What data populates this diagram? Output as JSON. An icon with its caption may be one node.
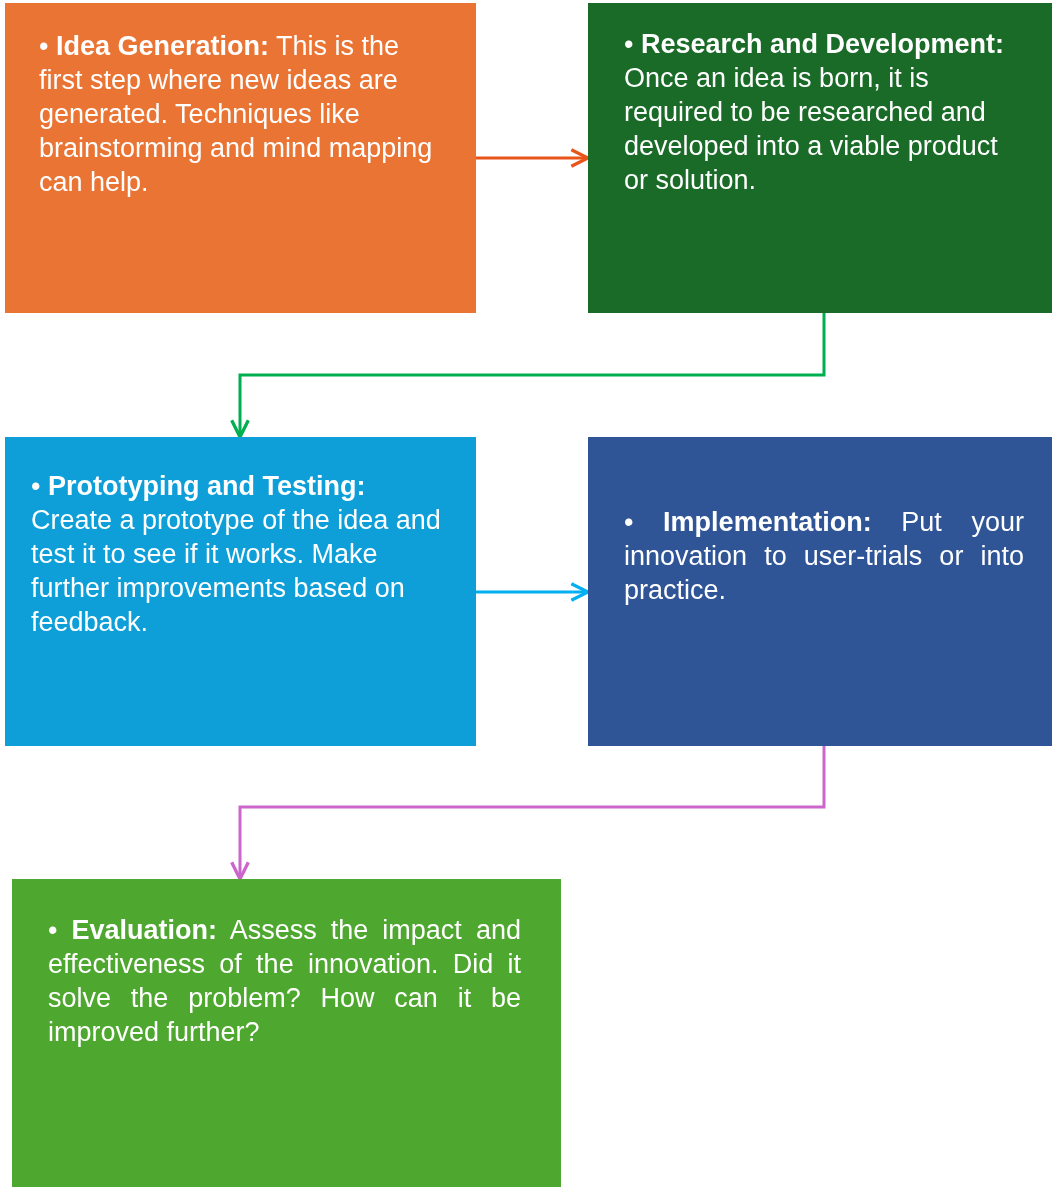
{
  "diagram": {
    "nodes": [
      {
        "text": [
          "• **Idea Generation:** This is the first step where new ideas are generated. Techniques like brainstorming and mind mapping can help."
        ]
      },
      {
        "text": [
          "• **Research and Development:** Once an idea is born, it is required to be researched and developed into a viable product or solution."
        ]
      },
      {
        "text": [
          "• **Prototyping and Testing:** Create a prototype of the idea and test it to see if it works. Make further improvements based on feedback."
        ]
      },
      {
        "text": [
          "• **Implementation:** Put your innovation to user-trials or into practice."
        ]
      },
      {
        "text": [
          "• **Evaluation:** Assess the impact and effectiveness of the innovation. Did it solve the problem? How can it be improved further?"
        ]
      }
    ],
    "edges": [
      {
        "from": 0,
        "to": 1,
        "arrow": "to",
        "color": "#e8541a"
      },
      {
        "from": 1,
        "to": 2,
        "arrow": "to",
        "color": "#00b050"
      },
      {
        "from": 2,
        "to": 3,
        "arrow": "to",
        "color": "#00b0f0"
      },
      {
        "from": 3,
        "to": 4,
        "arrow": "to",
        "color": "#cc66cc"
      }
    ]
  }
}
